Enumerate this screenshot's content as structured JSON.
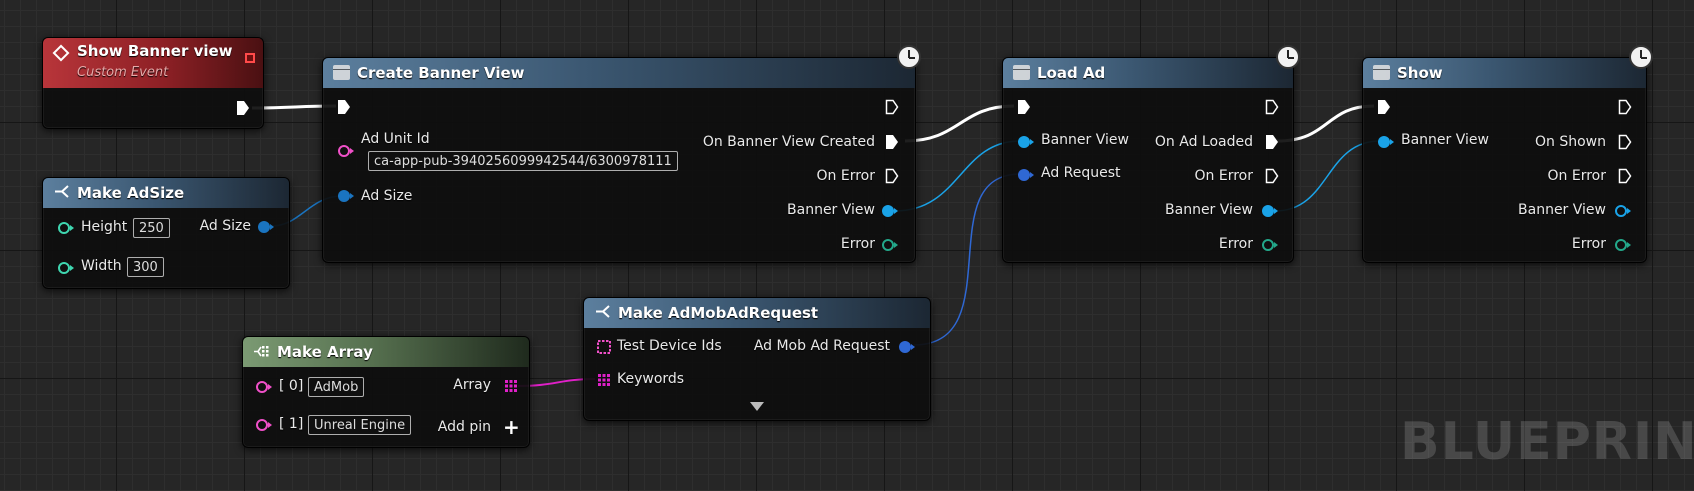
{
  "colors": {
    "exec_wire": "#ffffff",
    "struct_pin": "#1aa3e8",
    "ad_request_pin": "#2f68d4",
    "array_pin": "#e020c8",
    "string_pin": "#f050c8",
    "int_pin": "#3fd6b0",
    "error_pin": "#23a88a"
  },
  "nodes": {
    "show_banner_event": {
      "title": "Show Banner view",
      "subtitle": "Custom Event",
      "icon": "event-diamond-icon"
    },
    "create_banner_view": {
      "title": "Create Banner View",
      "inputs": {
        "ad_unit_id": "Ad Unit Id",
        "ad_unit_id_value": "ca-app-pub-3940256099942544/6300978111",
        "ad_size": "Ad Size"
      },
      "outputs": {
        "on_created": "On Banner View Created",
        "on_error": "On Error",
        "banner_view": "Banner View",
        "error": "Error"
      }
    },
    "load_ad": {
      "title": "Load Ad",
      "inputs": {
        "banner_view": "Banner View",
        "ad_request": "Ad Request"
      },
      "outputs": {
        "on_loaded": "On Ad Loaded",
        "on_error": "On Error",
        "banner_view": "Banner View",
        "error": "Error"
      }
    },
    "show": {
      "title": "Show",
      "inputs": {
        "banner_view": "Banner View"
      },
      "outputs": {
        "on_shown": "On Shown",
        "on_error": "On Error",
        "banner_view": "Banner View",
        "error": "Error"
      }
    },
    "make_adsize": {
      "title": "Make AdSize",
      "inputs": {
        "height": "Height",
        "height_value": "250",
        "width": "Width",
        "width_value": "300"
      },
      "outputs": {
        "ad_size": "Ad Size"
      }
    },
    "make_array": {
      "title": "Make Array",
      "inputs": {
        "idx0": "[ 0]",
        "idx0_value": "AdMob",
        "idx1": "[ 1]",
        "idx1_value": "Unreal Engine"
      },
      "outputs": {
        "array": "Array"
      },
      "add_pin": "Add pin"
    },
    "make_admob_request": {
      "title": "Make AdMobAdRequest",
      "inputs": {
        "test_device_ids": "Test Device Ids",
        "keywords": "Keywords"
      },
      "outputs": {
        "ad_request": "Ad Mob Ad Request"
      }
    }
  },
  "watermark": "BLUEPRINT"
}
